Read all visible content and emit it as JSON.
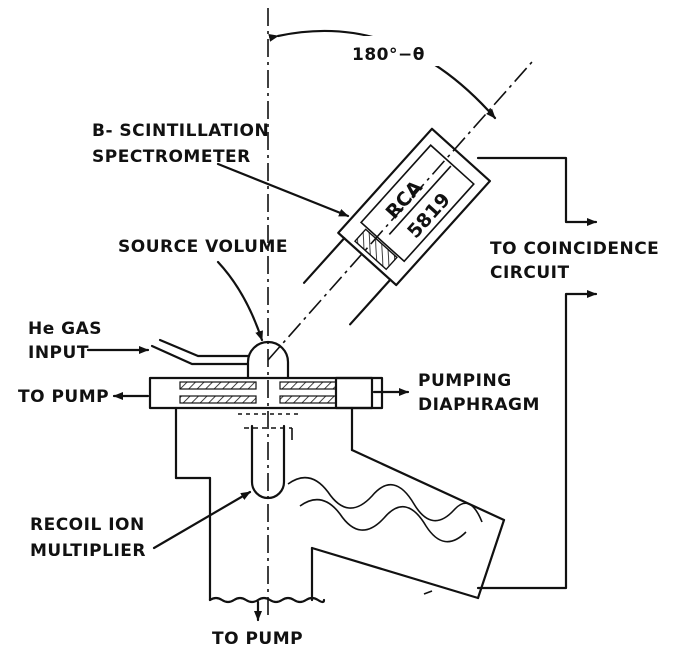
{
  "labels": {
    "angle": "180°−θ",
    "spectrometer_line1": "B- SCINTILLATION",
    "spectrometer_line2": "SPECTROMETER",
    "source_volume": "SOURCE VOLUME",
    "he_gas_line1": "He GAS",
    "he_gas_line2": "INPUT",
    "to_pump_left": "TO PUMP",
    "pumping_line1": "PUMPING",
    "pumping_line2": "DIAPHRAGM",
    "coincidence_line1": "TO COINCIDENCE",
    "coincidence_line2": "CIRCUIT",
    "recoil_line1": "RECOIL ION",
    "recoil_line2": "MULTIPLIER",
    "to_pump_bottom": "TO PUMP",
    "tube_maker": "RCA",
    "tube_model": "5819"
  }
}
